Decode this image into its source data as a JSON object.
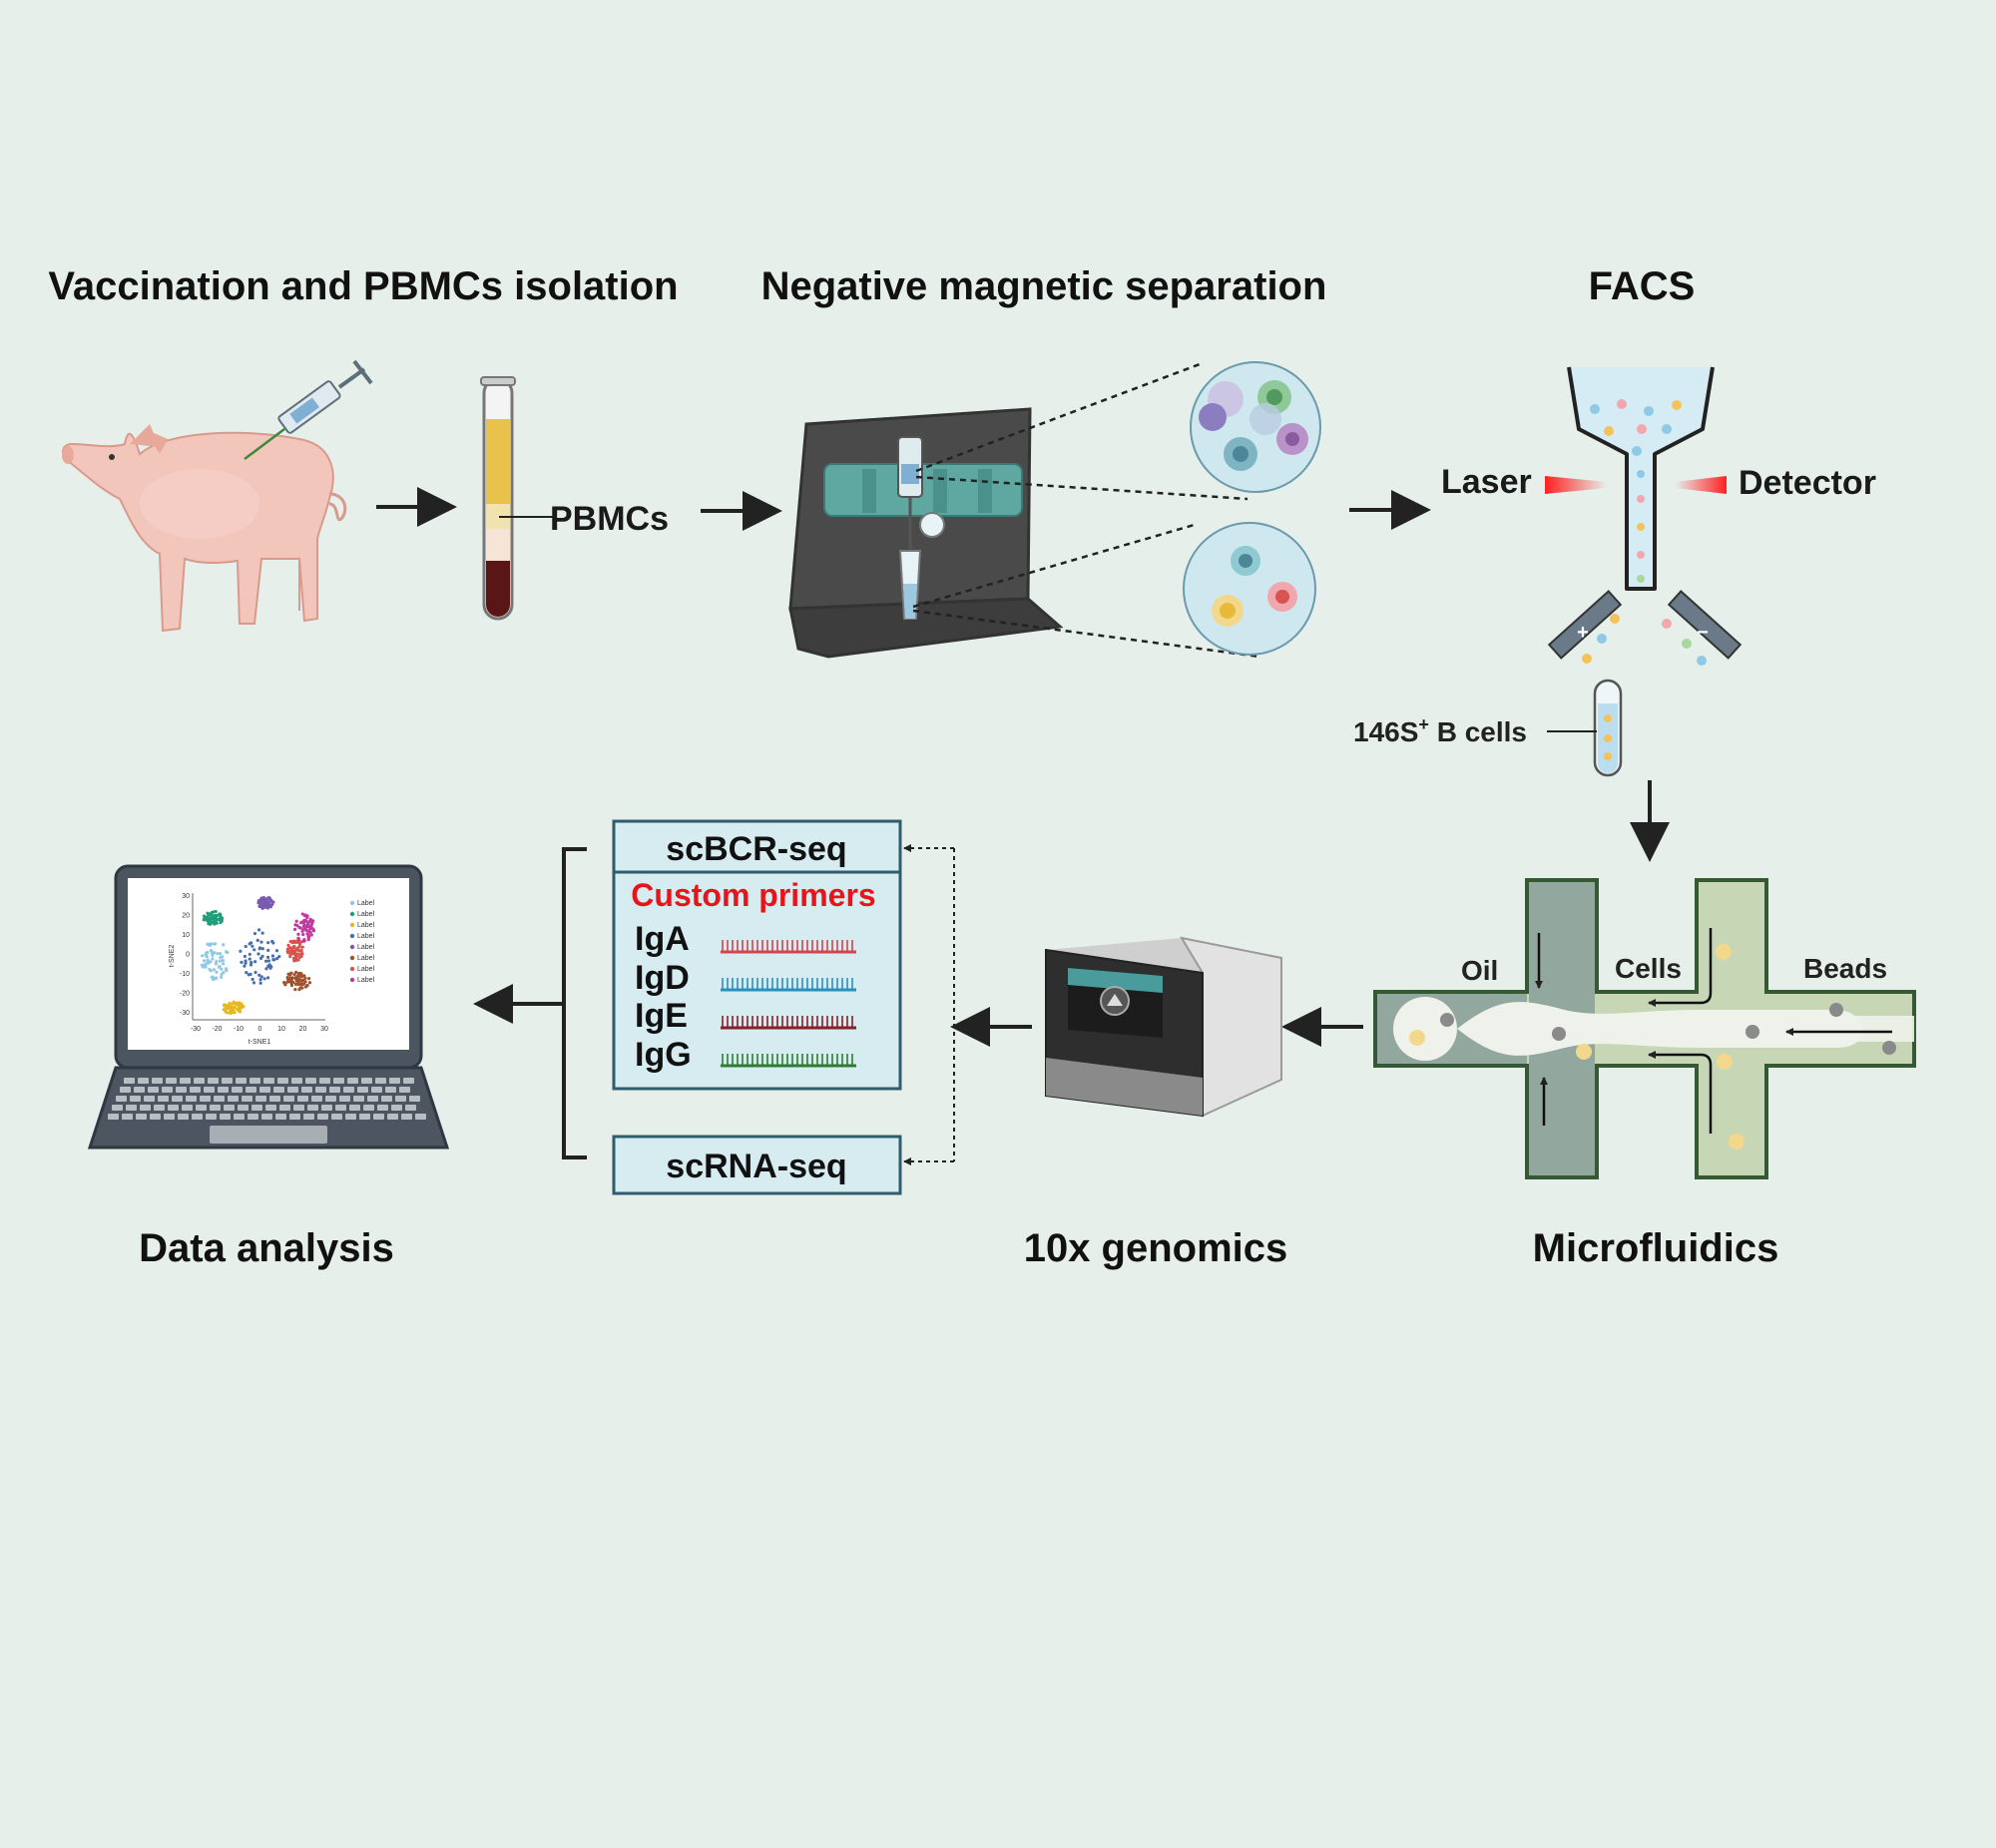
{
  "titles": {
    "step1": "Vaccination and PBMCs isolation",
    "step2": "Negative magnetic separation",
    "step3": "FACS",
    "step4": "Microfluidics",
    "step5": "10x genomics",
    "step6": "Data analysis"
  },
  "labels": {
    "pbmcs": "PBMCs",
    "laser": "Laser",
    "detector": "Detector",
    "sorted_cells_prefix": "146S",
    "sorted_cells_sup": "+",
    "sorted_cells_suffix": " B cells",
    "oil": "Oil",
    "cells": "Cells",
    "beads": "Beads",
    "sort_plus": "+",
    "sort_minus": "−"
  },
  "seq": {
    "bcr_title": "scBCR-seq",
    "primers_title": "Custom primers",
    "isotypes": [
      "IgA",
      "IgD",
      "IgE",
      "IgG"
    ],
    "rna_title": "scRNA-seq"
  },
  "plot": {
    "xlabel": "t-SNE1",
    "ylabel": "t-SNE2",
    "xticks": [
      "-30",
      "-20",
      "-10",
      "0",
      "10",
      "20",
      "30"
    ],
    "yticks": [
      "30",
      "20",
      "10",
      "0",
      "-10",
      "-20",
      "-30"
    ],
    "legend": [
      "Label",
      "Label",
      "Label",
      "Label",
      "Label",
      "Label",
      "Label",
      "Label"
    ]
  },
  "colors": {
    "background": "#e6efea",
    "primer_red": "#e8141c",
    "igA": "#d0454f",
    "igD": "#2a8fbd",
    "igE": "#8a1f2a",
    "igG": "#2e7d32",
    "cluster_colors": [
      "#8ec9e6",
      "#1f9e7a",
      "#e6b820",
      "#4a6fb0",
      "#7a5ab0",
      "#a0522d",
      "#d9534f",
      "#c2399e"
    ]
  }
}
